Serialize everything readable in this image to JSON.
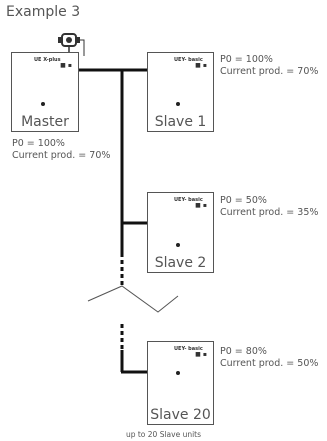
{
  "title": "Example 3",
  "master": {
    "label": "Master",
    "tag": "UE X-plus",
    "p0": "P0 = 100%",
    "current": "Current prod. = 70%"
  },
  "slaves": [
    {
      "label": "Slave 1",
      "tag": "UEY- basic",
      "p0": "P0 = 100%",
      "current": "Current prod. = 70%"
    },
    {
      "label": "Slave 2",
      "tag": "UEY- basic",
      "p0": "P0 = 50%",
      "current": "Current prod. = 35%"
    },
    {
      "label": "Slave 20",
      "tag": "UEY- basic",
      "p0": "P0 = 80%",
      "current": "Current prod. = 50%"
    }
  ],
  "footer": "up to 20 Slave units",
  "colors": {
    "line": "#111111",
    "box_border": "#555555",
    "text": "#555555"
  }
}
